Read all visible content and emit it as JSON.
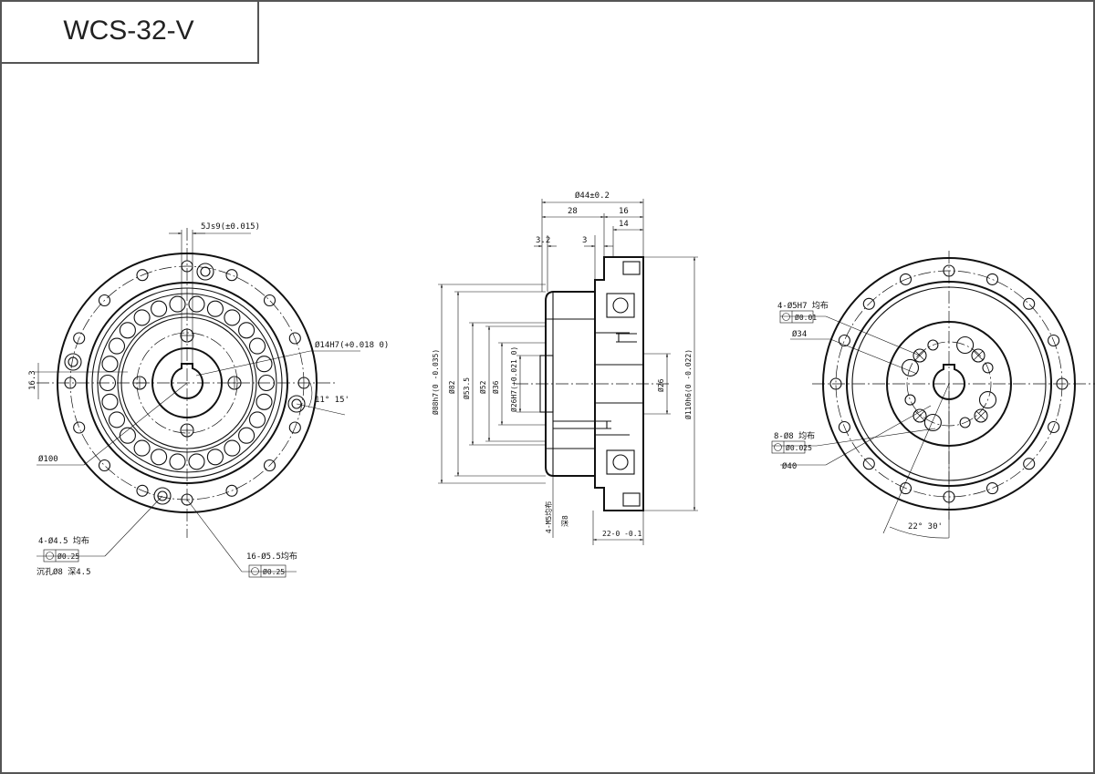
{
  "title": "WCS-32-V",
  "front_view": {
    "labels": {
      "keyway": "5Js9(±0.015)",
      "bore": "Ø14H7(+0.018 0)",
      "height_16_3": "16.3",
      "angle": "11° 15'",
      "dia100": "Ø100",
      "holes_4": "4-Ø4.5 均布",
      "tol_4": "Ø0.25",
      "counterbore": "沉孔Ø8 深4.5",
      "holes_16": "16-Ø5.5均布",
      "tol_16": "Ø0.25"
    }
  },
  "side_view": {
    "labels": {
      "overall": "Ø44±0.2",
      "d28": "28",
      "d16": "16",
      "d14": "14",
      "d3_2": "3.2",
      "d3": "3",
      "dia88": "Ø88h7(0 -0.035)",
      "dia82": "Ø82",
      "dia53_5": "Ø53.5",
      "dia52": "Ø52",
      "dia36": "Ø36",
      "dia26h7": "Ø26H7(+0.021 0)",
      "dia26": "Ø26",
      "dia110": "Ø110h6(0 -0.022)",
      "thread": "4-M5均布",
      "depth8": "深8",
      "d22": "22-0 -0.1"
    }
  },
  "rear_view": {
    "labels": {
      "holes_4": "4-Ø5H7 均布",
      "tol_4": "Ø0.01",
      "dia34": "Ø34",
      "holes_8": "8-Ø8 均布",
      "tol_8": "Ø0.025",
      "dia40": "Ø40",
      "angle": "22° 30'"
    }
  }
}
